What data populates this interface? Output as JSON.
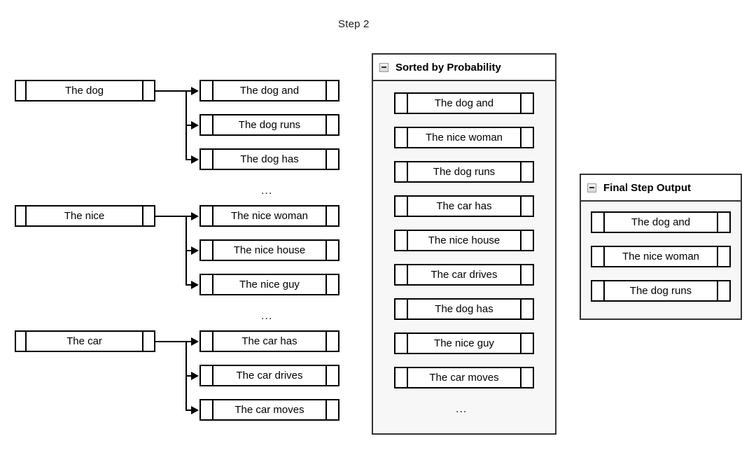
{
  "diagram": {
    "title": "Step 2",
    "type": "beam-search-step-diagram"
  },
  "beam_tree": {
    "ellipsis": "...",
    "groups": [
      {
        "source": "The dog",
        "children": [
          "The dog and",
          "The dog runs",
          "The dog has"
        ],
        "trailing_ellipsis": "..."
      },
      {
        "source": "The nice",
        "children": [
          "The nice woman",
          "The nice house",
          "The nice guy"
        ],
        "trailing_ellipsis": "..."
      },
      {
        "source": "The car",
        "children": [
          "The car has",
          "The car drives",
          "The car moves"
        ],
        "trailing_ellipsis": ""
      }
    ]
  },
  "sorted_panel": {
    "title": "Sorted by Probability",
    "collapse_icon": "minus-square-icon",
    "items": [
      "The dog and",
      "The nice woman",
      "The dog runs",
      "The car has",
      "The nice house",
      "The car drives",
      "The dog has",
      "The nice guy",
      "The car moves"
    ],
    "ellipsis": "..."
  },
  "final_panel": {
    "title": "Final Step Output",
    "collapse_icon": "minus-square-icon",
    "items": [
      "The dog and",
      "The nice woman",
      "The dog runs"
    ]
  },
  "colors": {
    "box_border": "#000000",
    "panel_border": "#333333",
    "panel_background": "#f7f7f7",
    "panel_header_background": "#ffffff",
    "canvas": "#ffffff"
  }
}
